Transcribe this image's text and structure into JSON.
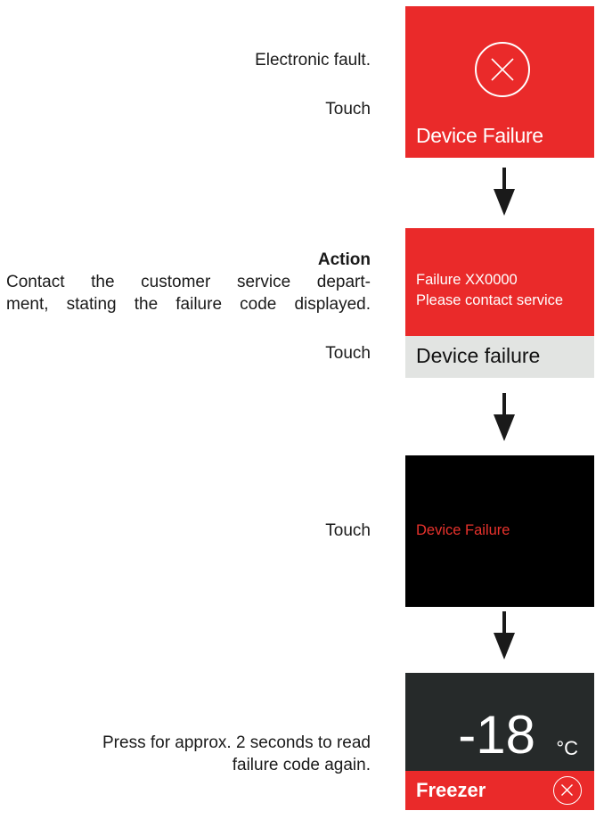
{
  "step1": {
    "description": "Electronic fault.",
    "touch_label": "Touch",
    "screen_title": "Device Failure",
    "screen_color": "#ea2a2a"
  },
  "step2": {
    "action_heading": "Action",
    "action_line1": "Contact the customer service depart-",
    "action_line2": "ment, stating the failure code displayed.",
    "touch_label": "Touch",
    "failure_code_text": "Failure XX0000",
    "contact_text": "Please contact service",
    "footer_title": "Device failure"
  },
  "step3": {
    "touch_label": "Touch",
    "screen_title": "Device Failure"
  },
  "step4": {
    "instruction_line1": "Press for approx. 2 seconds to read",
    "instruction_line2": "failure code again.",
    "temperature": "-18",
    "unit": "°C",
    "zone_label": "Freezer"
  },
  "icons": [
    "x-circle-icon",
    "down-arrow-icon"
  ]
}
